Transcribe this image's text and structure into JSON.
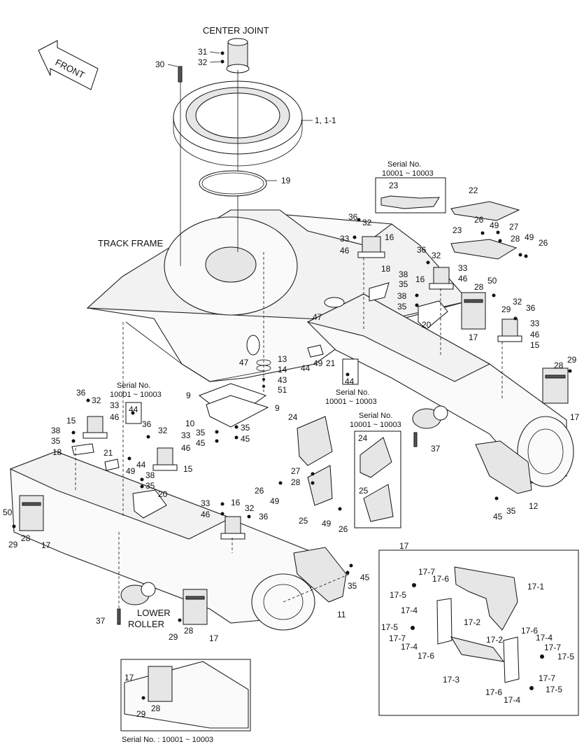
{
  "captions": {
    "center_joint": "CENTER JOINT",
    "track_frame": "TRACK FRAME",
    "front": "FRONT",
    "lower_roller_1": "LOWER",
    "lower_roller_2": "ROLLER"
  },
  "serial_notes": {
    "top_right_line1": "Serial No.",
    "top_right_line2": "10001 ~ 10003",
    "left_line1": "Serial No.",
    "left_line2": "10001 ~ 10003",
    "mid_line1": "Serial No.",
    "mid_line2": "10001 ~ 10003",
    "right_mid_line1": "Serial No.",
    "right_mid_line2": "10001 ~ 10003",
    "bottom": "Serial No. : 10001 ~ 10003"
  },
  "callouts": {
    "c30": "30",
    "c31": "31",
    "c32a": "32",
    "c1": "1, 1-1",
    "c19": "19",
    "c22": "22",
    "c23a": "23",
    "c23b": "23",
    "c26a": "26",
    "c49a": "49",
    "c27a": "27",
    "c28a": "28",
    "c49b": "49",
    "c26b": "26",
    "c36a": "36",
    "c32b": "32",
    "c33a": "33",
    "c16a": "16",
    "c46a": "46",
    "c36b": "36",
    "c32c": "32",
    "c16b": "16",
    "c33b": "33",
    "c46b": "46",
    "c18a": "18",
    "c38a": "38",
    "c35a": "35",
    "c38b": "38",
    "c35b": "35",
    "c20a": "20",
    "c50a": "50",
    "c28b": "28",
    "c29a": "29",
    "c32d": "32",
    "c36c": "36",
    "c33c": "33",
    "c46c": "46",
    "c15a": "15",
    "c17a": "17",
    "c47a": "47",
    "c47b": "47",
    "c13": "13",
    "c14": "14",
    "c43": "43",
    "c51": "51",
    "c44a": "44",
    "c49c": "49",
    "c21a": "21",
    "c44b": "44",
    "c28c": "28",
    "c29b": "29",
    "c17b": "17",
    "c9a": "9",
    "c9b": "9",
    "c10": "10",
    "c35c": "35",
    "c45a": "45",
    "c35d": "35",
    "c45b": "45",
    "c36d": "36",
    "c32e": "32",
    "c33d": "33",
    "c15b": "15",
    "c46d": "46",
    "c44c": "44",
    "c36e": "36",
    "c38c": "38",
    "c35e": "35",
    "c18b": "18",
    "c21b": "21",
    "c49d": "49",
    "c44d": "44",
    "c32f": "32",
    "c33e": "33",
    "c46e": "46",
    "c15c": "15",
    "c38d": "38",
    "c35f": "35",
    "c20b": "20",
    "c24a": "24",
    "c24b": "24",
    "c25a": "25",
    "c25b": "25",
    "c27b": "27",
    "c28d": "28",
    "c26c": "26",
    "c49e": "49",
    "c49f": "49",
    "c26d": "26",
    "c37a": "37",
    "c12": "12",
    "c45c": "45",
    "c35g": "35",
    "c50b": "50",
    "c29c": "29",
    "c28e": "28",
    "c17c": "17",
    "c33f": "33",
    "c46f": "46",
    "c16c": "16",
    "c32g": "32",
    "c36f": "36",
    "c11": "11",
    "c35h": "35",
    "c45d": "45",
    "c37b": "37",
    "c29d": "29",
    "c28f": "28",
    "c17d": "17",
    "c17e": "17",
    "c29e": "29",
    "c28g": "28",
    "d17": "17",
    "d17_1": "17-1",
    "d17_2a": "17-2",
    "d17_2b": "17-2",
    "d17_3": "17-3",
    "d17_4a": "17-4",
    "d17_4b": "17-4",
    "d17_4c": "17-4",
    "d17_4d": "17-4",
    "d17_5a": "17-5",
    "d17_5b": "17-5",
    "d17_5c": "17-5",
    "d17_5d": "17-5",
    "d17_6a": "17-6",
    "d17_6b": "17-6",
    "d17_6c": "17-6",
    "d17_6d": "17-6",
    "d17_7a": "17-7",
    "d17_7b": "17-7",
    "d17_7c": "17-7",
    "d17_7d": "17-7"
  }
}
